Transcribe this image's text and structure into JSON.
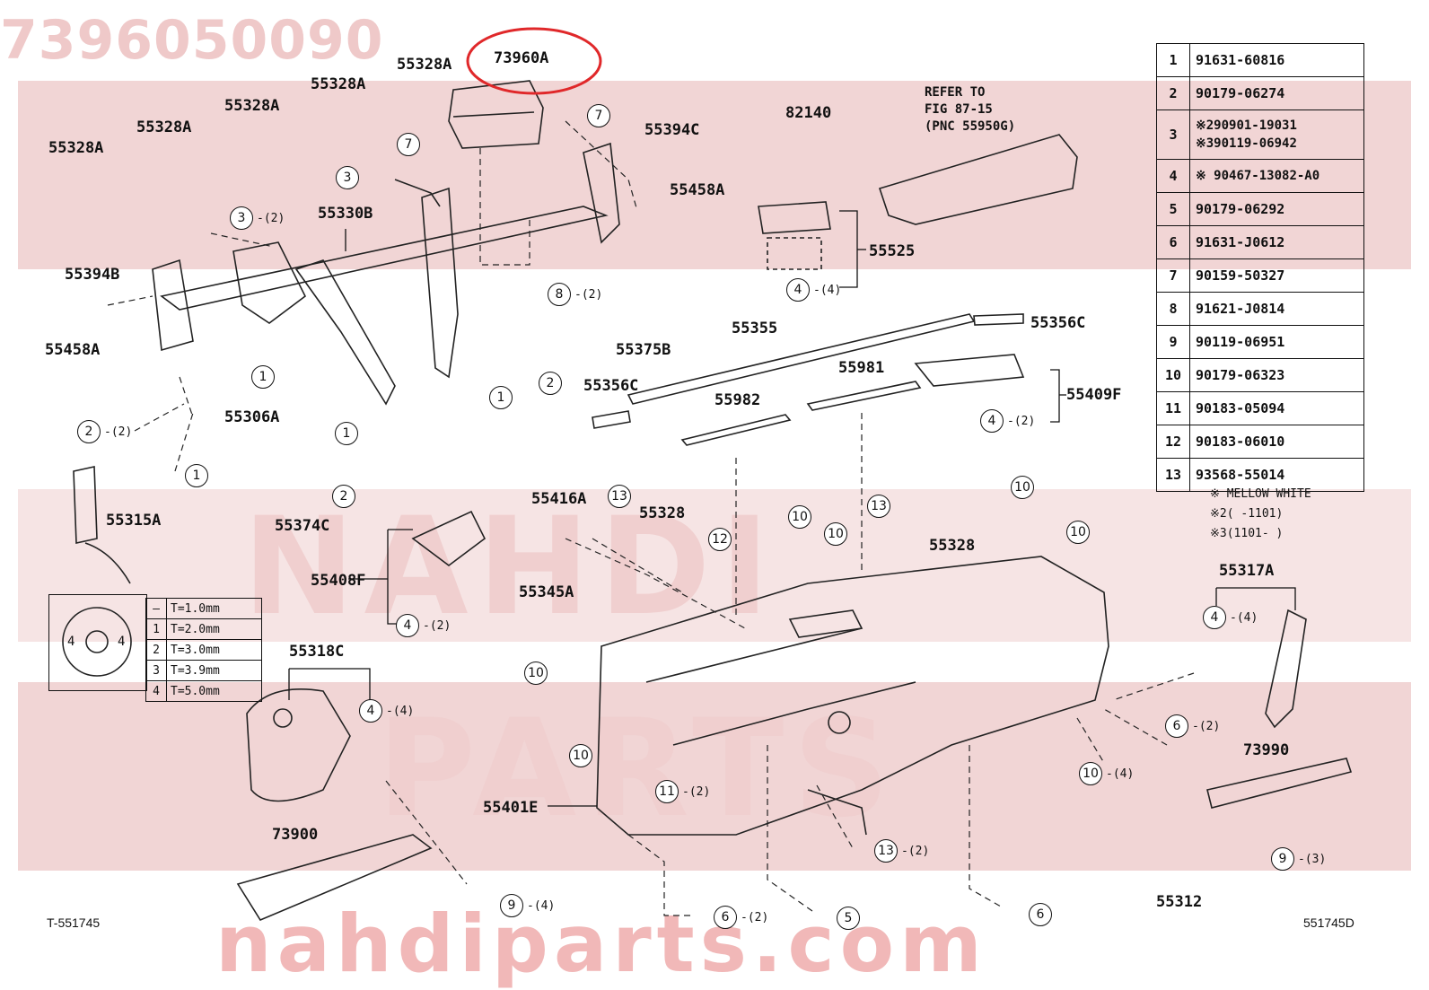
{
  "watermark": {
    "part_number": "7396050090",
    "brand_latin_1": "NAHDI",
    "brand_latin_2": "PARTS",
    "url": "nahdiparts.com"
  },
  "highlight_color": "#e0282a",
  "callouts": {
    "c73960A": "73960A",
    "c55328A_1": "55328A",
    "c55328A_2": "55328A",
    "c55328A_3": "55328A",
    "c55328A_4": "55328A",
    "c55328A_5": "55328A",
    "c82140": "82140",
    "refer": "REFER TO",
    "refer_fig": "FIG 87-15",
    "refer_pnc": "(PNC 55950G)",
    "c55394C": "55394C",
    "c55458A_top": "55458A",
    "c55330B": "55330B",
    "c55525": "55525",
    "c55394B": "55394B",
    "c55458A_left": "55458A",
    "c55355": "55355",
    "c55356C_r": "55356C",
    "c55375B": "55375B",
    "c55356C_l": "55356C",
    "c55981": "55981",
    "c55409F": "55409F",
    "c55982": "55982",
    "c55306A": "55306A",
    "c55315A": "55315A",
    "c55374C": "55374C",
    "c55416A": "55416A",
    "c55328_a": "55328",
    "c55328_b": "55328",
    "c55408F": "55408F",
    "c55345A": "55345A",
    "c55317A": "55317A",
    "c55318C": "55318C",
    "c73990": "73990",
    "c55401E": "55401E",
    "c73900": "73900",
    "c55312": "55312",
    "diagram_id_left": "T-551745",
    "diagram_id_right": "551745D"
  },
  "reference_table": [
    {
      "no": "1",
      "part": "91631-60816"
    },
    {
      "no": "2",
      "part": "90179-06274"
    },
    {
      "no": "3",
      "part": "※290901-19031",
      "part2": "※390119-06942"
    },
    {
      "no": "4",
      "part": "※ 90467-13082-A0"
    },
    {
      "no": "5",
      "part": "90179-06292"
    },
    {
      "no": "6",
      "part": "91631-J0612"
    },
    {
      "no": "7",
      "part": "90159-50327"
    },
    {
      "no": "8",
      "part": "91621-J0814"
    },
    {
      "no": "9",
      "part": "90119-06951"
    },
    {
      "no": "10",
      "part": "90179-06323"
    },
    {
      "no": "11",
      "part": "90183-05094"
    },
    {
      "no": "12",
      "part": "90183-06010"
    },
    {
      "no": "13",
      "part": "93568-55014"
    }
  ],
  "notes": {
    "n1": "※ MELLOW WHITE",
    "n2": "※2(   -1101)",
    "n3": "※3(1101-   )"
  },
  "thickness_table": [
    {
      "k": "—",
      "v": "T=1.0mm"
    },
    {
      "k": "1",
      "v": "T=2.0mm"
    },
    {
      "k": "2",
      "v": "T=3.0mm"
    },
    {
      "k": "3",
      "v": "T=3.9mm"
    },
    {
      "k": "4",
      "v": "T=5.0mm"
    }
  ],
  "washer_labels": {
    "left": "4",
    "right": "4"
  },
  "markers": {
    "m3": "3",
    "m7a": "7",
    "m7b": "7",
    "m3b": "3",
    "q3b": "-(2)",
    "m8": "8",
    "q8": "-(2)",
    "m4a": "4",
    "q4a": "-(4)",
    "m1a": "1",
    "m1b": "1",
    "m1c": "1",
    "m1d": "1",
    "m2a": "2",
    "q2a": "-(2)",
    "m2b": "2",
    "m2c": "2",
    "m4b": "4",
    "q4b": "-(2)",
    "m13a": "13",
    "m12": "12",
    "m10a": "10",
    "m10b": "10",
    "m13b": "13",
    "m10c": "10",
    "m10d": "10",
    "m4c": "4",
    "q4c": "-(2)",
    "m4d": "4",
    "q4d": "-(4)",
    "m10e": "10",
    "m10f": "10",
    "m4e": "4",
    "q4e": "-(4)",
    "m6a": "6",
    "q6a": "-(2)",
    "m10g": "10",
    "q10g": "-(4)",
    "m11": "11",
    "q11": "-(2)",
    "m13c": "13",
    "q13c": "-(2)",
    "m9a": "9",
    "q9a": "-(3)",
    "m9b": "9",
    "q9b": "-(4)",
    "m6b": "6",
    "q6b": "-(2)",
    "m5": "5",
    "m6c": "6"
  }
}
